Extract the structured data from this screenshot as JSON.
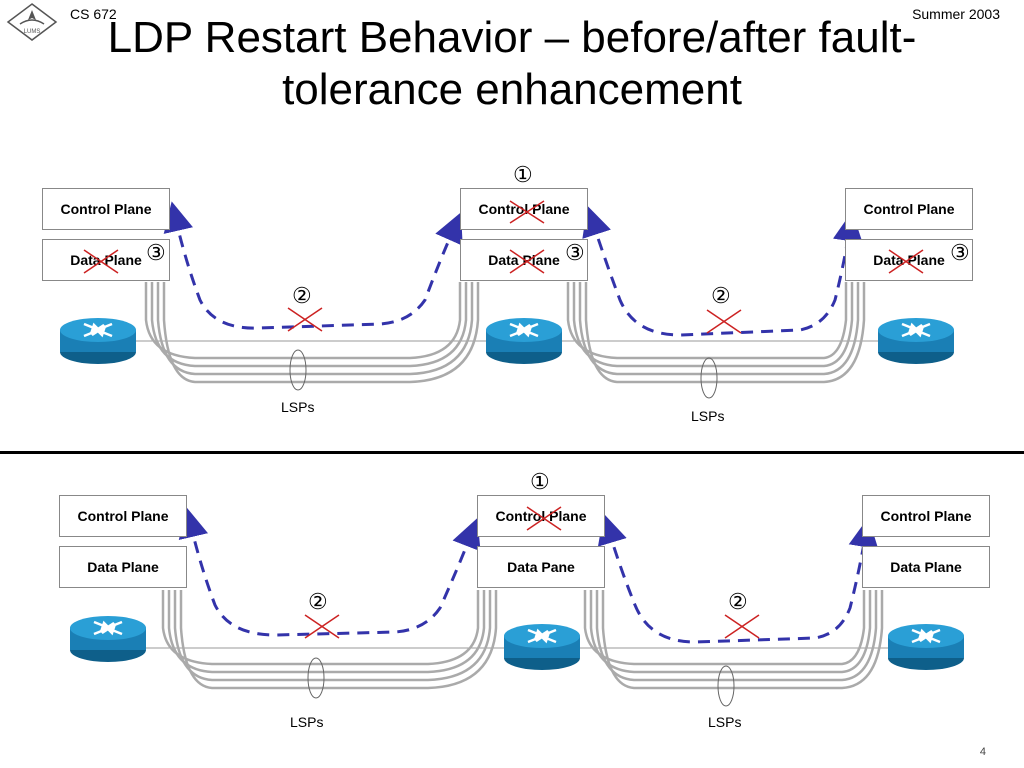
{
  "header": {
    "course": "CS 672",
    "term": "Summer 2003",
    "logo_text": "LUMS"
  },
  "slide": {
    "title_line1": "LDP Restart Behavior – before/after fault-",
    "title_line2": "tolerance enhancement",
    "page_number": "4"
  },
  "top": {
    "left_control": "Control Plane",
    "left_data": "Data Plane",
    "mid_control": "Control Plane",
    "mid_data": "Data Plane",
    "right_control": "Control Plane",
    "right_data": "Data Plane",
    "marker_1": "①",
    "marker_2": "②",
    "marker_3": "③",
    "lsps": "LSPs"
  },
  "bottom": {
    "left_control": "Control Plane",
    "left_data": "Data Plane",
    "mid_control": "Control Plane",
    "mid_data": "Data Pane",
    "right_control": "Control Plane",
    "right_data": "Data Plane",
    "marker_1": "①",
    "marker_2": "②",
    "lsps": "LSPs"
  },
  "colors": {
    "session": "#3333aa",
    "cross": "#cc2222",
    "lsp": "#aaaaaa",
    "router": "#1a7fb5"
  },
  "icons": {
    "router": "router-icon",
    "cross": "cross-mark-icon",
    "logo": "lums-logo-icon"
  }
}
